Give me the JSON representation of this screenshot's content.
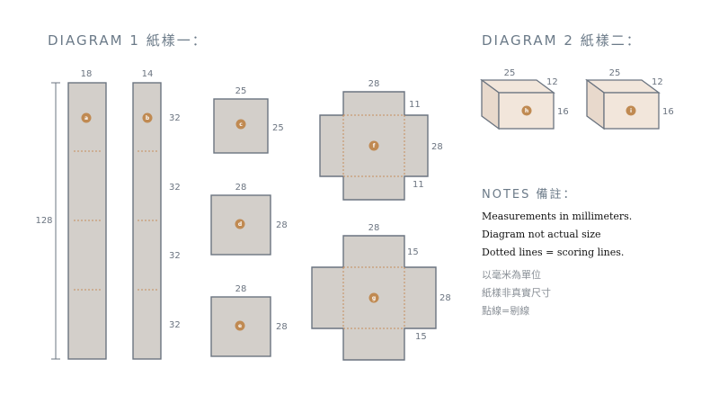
{
  "diagram1": {
    "title": "DIAGRAM 1 紙樣一：",
    "strip_a": {
      "label": "a",
      "width": "18"
    },
    "strip_b": {
      "label": "b",
      "width": "14"
    },
    "total_height": "128",
    "segments": [
      "32",
      "32",
      "32",
      "32"
    ],
    "square_c": {
      "label": "c",
      "top": "25",
      "side": "25"
    },
    "square_d": {
      "label": "d",
      "top": "28",
      "side": "28"
    },
    "square_e": {
      "label": "e",
      "top": "28",
      "side": "28"
    },
    "cross_f": {
      "label": "f",
      "top": "28",
      "flap_top": "11",
      "side": "28",
      "flap_bottom": "11"
    },
    "cross_g": {
      "label": "g",
      "top": "28",
      "flap_top": "15",
      "side": "28",
      "flap_bottom": "15"
    }
  },
  "diagram2": {
    "title": "DIAGRAM 2 紙樣二：",
    "box_h": {
      "label": "h",
      "length": "25",
      "depth": "12",
      "height": "16"
    },
    "box_i": {
      "label": "i",
      "length": "25",
      "depth": "12",
      "height": "16"
    }
  },
  "notes": {
    "title": "NOTES 備註：",
    "lines": [
      "Measurements in millimeters.",
      "Diagram not actual size",
      "Dotted lines = scoring lines."
    ],
    "cn_lines": [
      "以毫米為單位",
      "紙樣非真實尺寸",
      "點線=剔線"
    ]
  },
  "colors": {
    "panel_fill": "#d3cfca",
    "outline": "#6b7480",
    "accent": "#c08a52",
    "box_fill": "#f2e6db"
  }
}
